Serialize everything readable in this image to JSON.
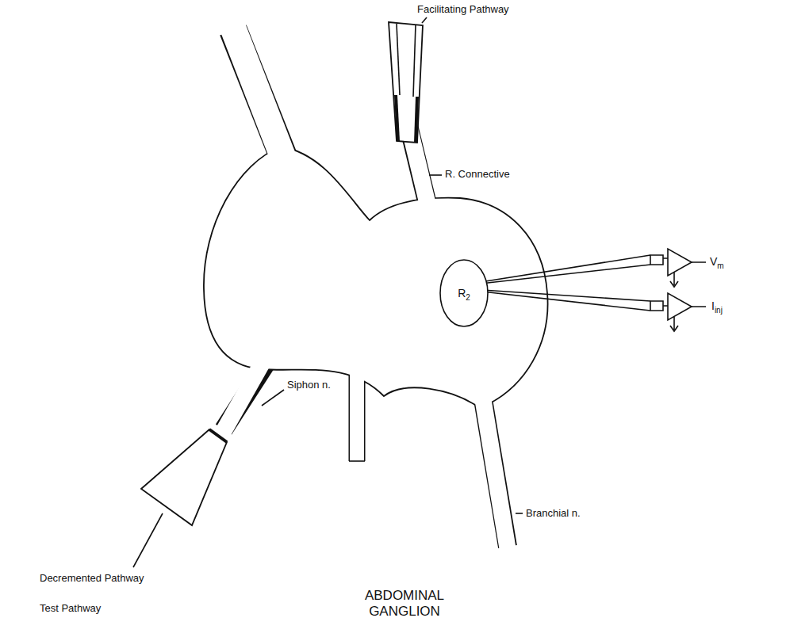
{
  "diagram": {
    "nodes": [
      {
        "text": [
          "R",
          "2"
        ]
      }
    ],
    "labels": [
      "Facilitating Pathway",
      "R. Connective",
      "V",
      "m",
      "I",
      "inj",
      "Siphon n.",
      "Branchial n.",
      "Decremented Pathway",
      "Test Pathway",
      "ABDOMINAL GANGLION"
    ]
  }
}
